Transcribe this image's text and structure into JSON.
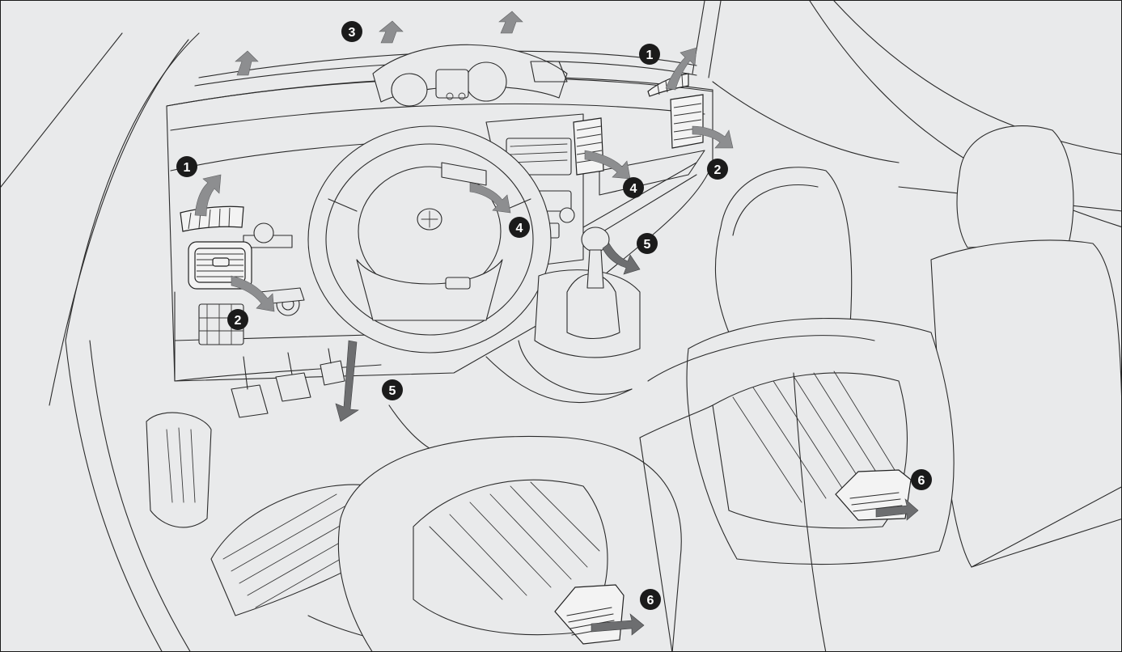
{
  "diagram": {
    "markers": [
      {
        "id": "m1-left",
        "label": "1"
      },
      {
        "id": "m1-right",
        "label": "1"
      },
      {
        "id": "m2-left",
        "label": "2"
      },
      {
        "id": "m2-right",
        "label": "2"
      },
      {
        "id": "m3",
        "label": "3"
      },
      {
        "id": "m4-left",
        "label": "4"
      },
      {
        "id": "m4-right",
        "label": "4"
      },
      {
        "id": "m5-left",
        "label": "5"
      },
      {
        "id": "m5-right",
        "label": "5"
      },
      {
        "id": "m6-front",
        "label": "6"
      },
      {
        "id": "m6-rear",
        "label": "6"
      }
    ]
  }
}
